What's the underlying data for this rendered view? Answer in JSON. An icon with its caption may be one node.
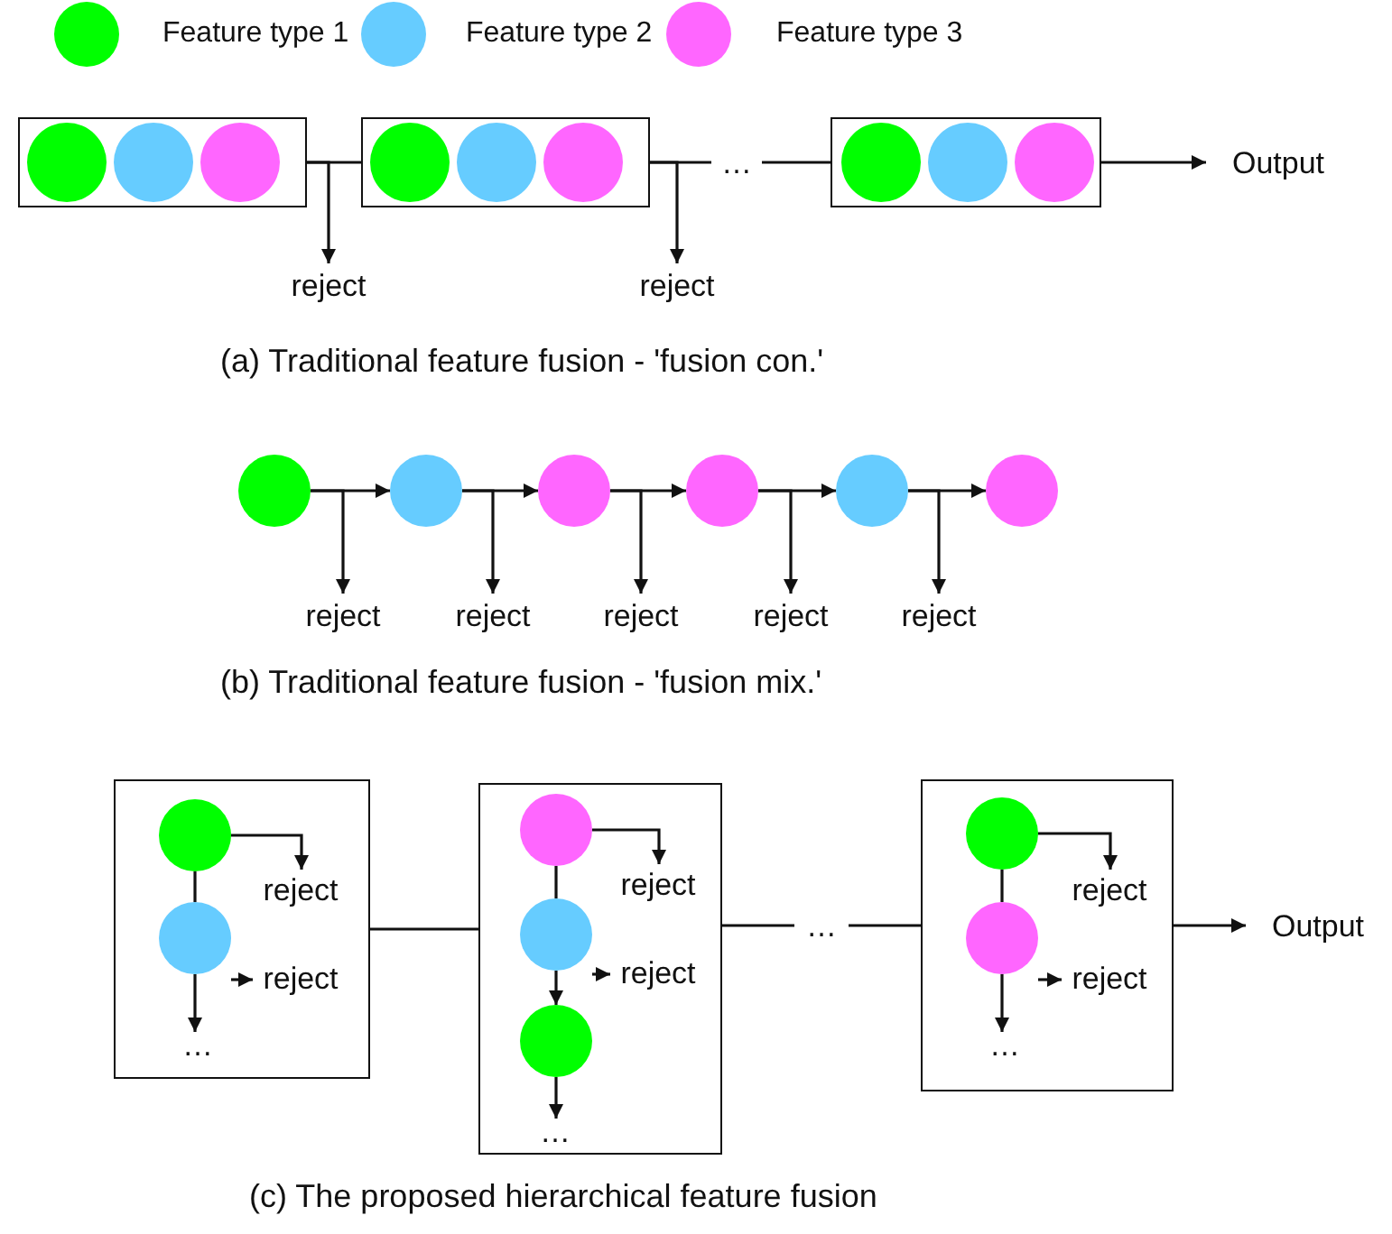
{
  "diagram": {
    "nodes": [
      {
        "text": [],
        "shape": "box"
      },
      {
        "text": [],
        "shape": "circle",
        "in": 0
      },
      {
        "text": [],
        "shape": "circle",
        "in": 0
      },
      {
        "text": [],
        "shape": "circle",
        "in": 0
      },
      {
        "text": [],
        "shape": "box"
      },
      {
        "text": [],
        "shape": "circle",
        "in": 4
      },
      {
        "text": [],
        "shape": "circle",
        "in": 4
      },
      {
        "text": [],
        "shape": "circle",
        "in": 4
      },
      {
        "text": [
          "…"
        ]
      },
      {
        "text": [],
        "shape": "box"
      },
      {
        "text": [],
        "shape": "circle",
        "in": 9
      },
      {
        "text": [],
        "shape": "circle",
        "in": 9
      },
      {
        "text": [],
        "shape": "circle",
        "in": 9
      },
      {
        "text": [
          "Output"
        ]
      },
      {
        "text": [
          "reject"
        ]
      },
      {
        "text": [
          "reject"
        ]
      },
      {
        "text": [],
        "shape": "circle"
      },
      {
        "text": [],
        "shape": "circle"
      },
      {
        "text": [],
        "shape": "circle"
      },
      {
        "text": [],
        "shape": "circle"
      },
      {
        "text": [],
        "shape": "circle"
      },
      {
        "text": [],
        "shape": "circle"
      },
      {
        "text": [
          "reject"
        ]
      },
      {
        "text": [
          "reject"
        ]
      },
      {
        "text": [
          "reject"
        ]
      },
      {
        "text": [
          "reject"
        ]
      },
      {
        "text": [
          "reject"
        ]
      },
      {
        "text": [],
        "shape": "box"
      },
      {
        "text": [],
        "shape": "circle",
        "in": 27
      },
      {
        "text": [
          "reject"
        ],
        "in": 27
      },
      {
        "text": [],
        "shape": "circle",
        "in": 27
      },
      {
        "text": [
          "reject"
        ],
        "in": 27
      },
      {
        "text": [
          "…"
        ],
        "in": 27
      },
      {
        "text": [],
        "shape": "box"
      },
      {
        "text": [],
        "shape": "circle",
        "in": 33
      },
      {
        "text": [
          "reject"
        ],
        "in": 33
      },
      {
        "text": [],
        "shape": "circle",
        "in": 33
      },
      {
        "text": [
          "reject"
        ],
        "in": 33
      },
      {
        "text": [],
        "shape": "circle",
        "in": 33
      },
      {
        "text": [
          "…"
        ],
        "in": 33
      },
      {
        "text": [
          "…"
        ]
      },
      {
        "text": [],
        "shape": "box"
      },
      {
        "text": [],
        "shape": "circle",
        "in": 41
      },
      {
        "text": [
          "reject"
        ],
        "in": 41
      },
      {
        "text": [],
        "shape": "circle",
        "in": 41
      },
      {
        "text": [
          "reject"
        ],
        "in": 41
      },
      {
        "text": [
          "…"
        ],
        "in": 41
      },
      {
        "text": [
          "Output"
        ]
      }
    ],
    "edges": [
      {
        "from": 0,
        "to": 4,
        "arrow": "none"
      },
      {
        "from": 0,
        "to": 14,
        "arrow": "to"
      },
      {
        "from": 4,
        "to": 8,
        "arrow": "none"
      },
      {
        "from": 4,
        "to": 15,
        "arrow": "to"
      },
      {
        "from": 8,
        "to": 9,
        "arrow": "none"
      },
      {
        "from": 9,
        "to": 13,
        "arrow": "to"
      },
      {
        "from": 16,
        "to": 17,
        "arrow": "to"
      },
      {
        "from": 16,
        "to": 22,
        "arrow": "to"
      },
      {
        "from": 17,
        "to": 18,
        "arrow": "to"
      },
      {
        "from": 17,
        "to": 23,
        "arrow": "to"
      },
      {
        "from": 18,
        "to": 19,
        "arrow": "to"
      },
      {
        "from": 18,
        "to": 24,
        "arrow": "to"
      },
      {
        "from": 19,
        "to": 20,
        "arrow": "to"
      },
      {
        "from": 19,
        "to": 25,
        "arrow": "to"
      },
      {
        "from": 20,
        "to": 21,
        "arrow": "to"
      },
      {
        "from": 20,
        "to": 26,
        "arrow": "to"
      },
      {
        "from": 28,
        "to": 30,
        "arrow": "none"
      },
      {
        "from": 28,
        "to": 29,
        "arrow": "to"
      },
      {
        "from": 30,
        "to": 32,
        "arrow": "to"
      },
      {
        "from": 30,
        "to": 31,
        "arrow": "to"
      },
      {
        "from": 34,
        "to": 36,
        "arrow": "none"
      },
      {
        "from": 34,
        "to": 35,
        "arrow": "to"
      },
      {
        "from": 36,
        "to": 38,
        "arrow": "to"
      },
      {
        "from": 36,
        "to": 37,
        "arrow": "to"
      },
      {
        "from": 38,
        "to": 39,
        "arrow": "to"
      },
      {
        "from": 27,
        "to": 33,
        "arrow": "none"
      },
      {
        "from": 33,
        "to": 40,
        "arrow": "none"
      },
      {
        "from": 40,
        "to": 41,
        "arrow": "none"
      },
      {
        "from": 41,
        "to": 47,
        "arrow": "to"
      },
      {
        "from": 42,
        "to": 44,
        "arrow": "none"
      },
      {
        "from": 42,
        "to": 43,
        "arrow": "to"
      },
      {
        "from": 44,
        "to": 46,
        "arrow": "to"
      },
      {
        "from": 44,
        "to": 45,
        "arrow": "to"
      }
    ],
    "labels": [
      "(a) Traditional feature fusion - 'fusion con.'",
      "(b) Traditional feature fusion - 'fusion mix.'",
      "(c) The proposed hierarchical feature fusion"
    ],
    "legend": [
      {
        "text": "Feature type 1",
        "color": "#00ff00"
      },
      {
        "text": "Feature type 2",
        "color": "#66ccff"
      },
      {
        "text": "Feature type 3",
        "color": "#ff66ff"
      }
    ]
  }
}
